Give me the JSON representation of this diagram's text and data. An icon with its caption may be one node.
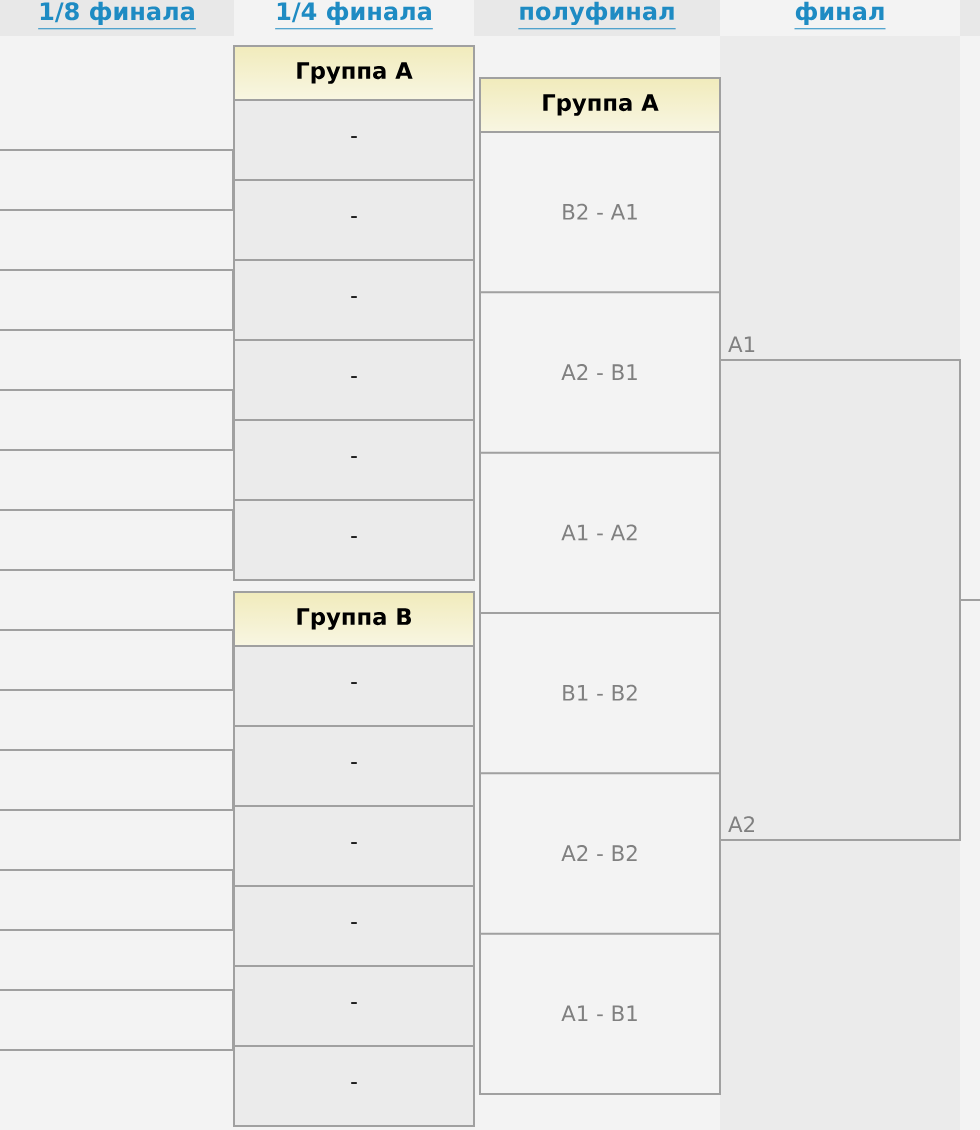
{
  "diagram": {
    "nodes": [
      {
        "text": [
          "Группа А"
        ]
      },
      {
        "text": [
          "-"
        ],
        "in": 0
      },
      {
        "text": [
          "-"
        ],
        "in": 0
      },
      {
        "text": [
          "-"
        ],
        "in": 0
      },
      {
        "text": [
          "-"
        ],
        "in": 0
      },
      {
        "text": [
          "-"
        ],
        "in": 0
      },
      {
        "text": [
          "-"
        ],
        "in": 0
      },
      {
        "text": [
          "Группа В"
        ]
      },
      {
        "text": [
          "-"
        ],
        "in": 7
      },
      {
        "text": [
          "-"
        ],
        "in": 7
      },
      {
        "text": [
          "-"
        ],
        "in": 7
      },
      {
        "text": [
          "-"
        ],
        "in": 7
      },
      {
        "text": [
          "-"
        ],
        "in": 7
      },
      {
        "text": [
          "-"
        ],
        "in": 7
      },
      {
        "text": [
          "Группа А"
        ]
      },
      {
        "text": [
          "B2 - A1"
        ],
        "in": 14
      },
      {
        "text": [
          "A2 - B1"
        ],
        "in": 14
      },
      {
        "text": [
          "A1 - A2"
        ],
        "in": 14
      },
      {
        "text": [
          "B1 - B2"
        ],
        "in": 14
      },
      {
        "text": [
          "A2 - B2"
        ],
        "in": 14
      },
      {
        "text": [
          "A1 - B1"
        ],
        "in": 14
      },
      {
        "text": [
          "A1"
        ]
      },
      {
        "text": [
          "A2"
        ]
      }
    ],
    "edges": [
      {
        "from": 21,
        "to": null,
        "arrow": "none"
      },
      {
        "from": 22,
        "to": null,
        "arrow": "none"
      }
    ],
    "labels": [
      "1/8 финала",
      "1/4 финала",
      "полуфинал",
      "финал"
    ]
  }
}
